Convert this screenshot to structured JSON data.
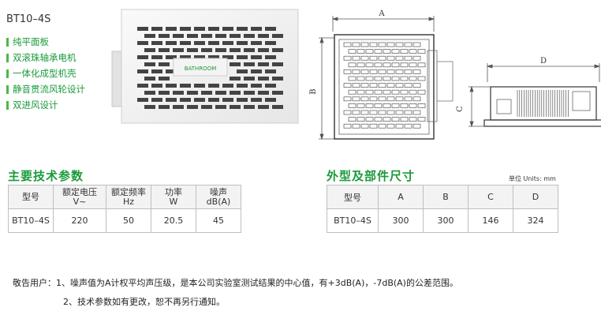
{
  "model_title": "BT10–4S",
  "features": [
    "纯平面板",
    "双滚珠轴承电机",
    "一体化成型机壳",
    "静音贯流风轮设计",
    "双进风设计"
  ],
  "product_badge": "BATHROOM",
  "drawing": {
    "label_a": "A",
    "label_b": "B",
    "label_c": "C",
    "label_d": "D"
  },
  "spec_section": {
    "title": "主要技术参数",
    "headers": [
      {
        "line1": "型号",
        "line2": ""
      },
      {
        "line1": "额定电压",
        "line2": "V~"
      },
      {
        "line1": "额定频率",
        "line2": "Hz"
      },
      {
        "line1": "功率",
        "line2": "W"
      },
      {
        "line1": "噪声",
        "line2": "dB(A)"
      }
    ],
    "row": [
      "BT10–4S",
      "220",
      "50",
      "20.5",
      "45"
    ]
  },
  "dim_section": {
    "title": "外型及部件尺寸",
    "unit": "单位 Units: mm",
    "headers": [
      "型号",
      "A",
      "B",
      "C",
      "D"
    ],
    "row": [
      "BT10–4S",
      "300",
      "300",
      "146",
      "324"
    ]
  },
  "notes": {
    "line1": "敬告用户：1、噪声值为A计权平均声压级，是本公司实验室测试结果的中心值，有+3dB(A)，-7dB(A)的公差范围。",
    "line2": "2、技术参数如有更改，恕不再另行通知。"
  },
  "colors": {
    "accent": "#1a9a3a",
    "bar": "#4cb848"
  }
}
